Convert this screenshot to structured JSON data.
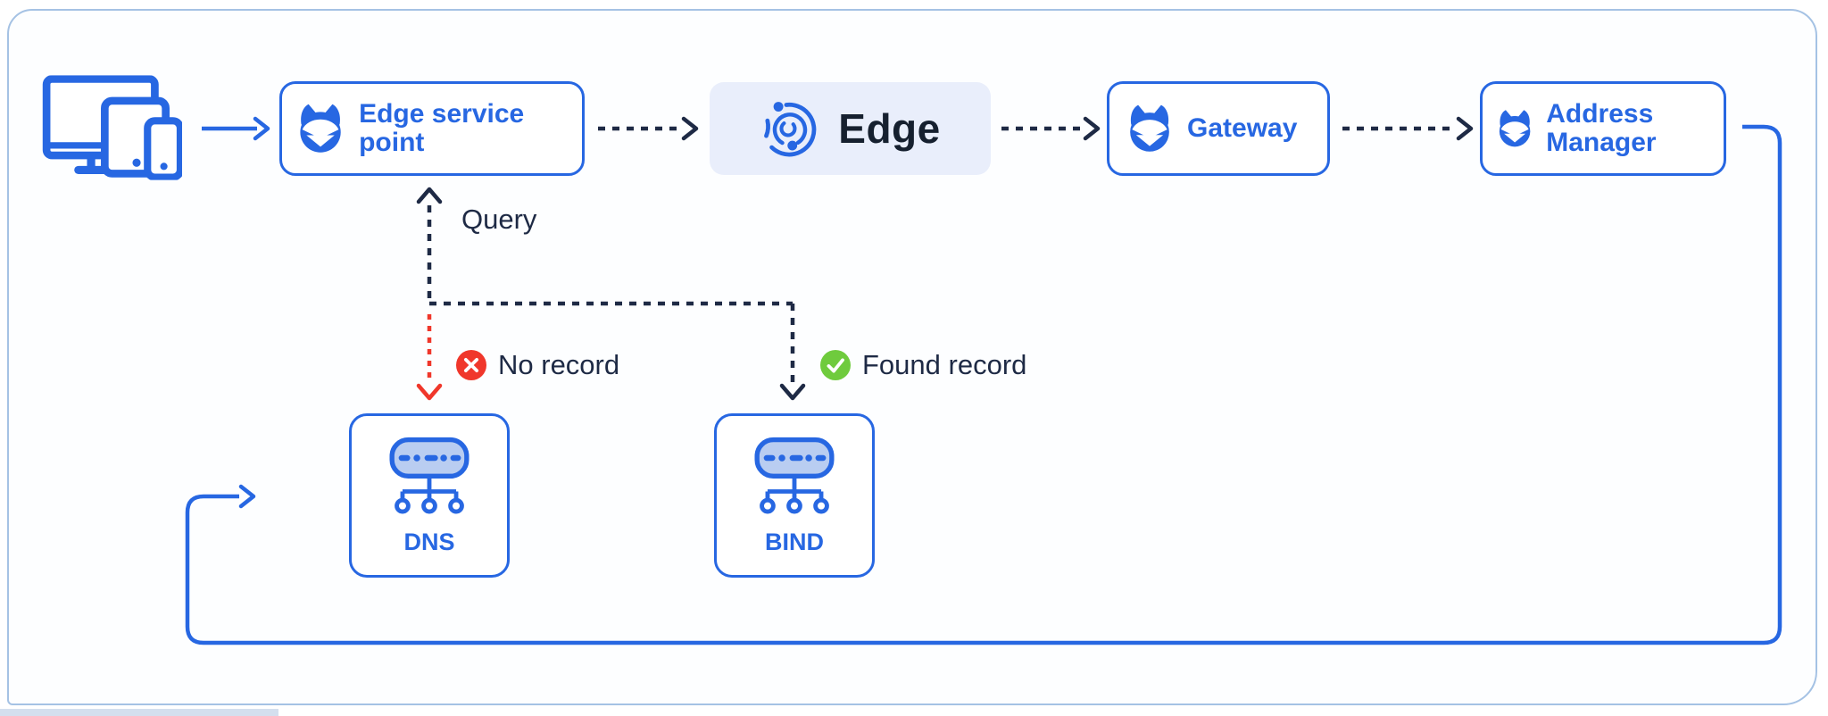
{
  "colors": {
    "blue": "#2767e2",
    "navy": "#1e2a45",
    "red": "#f0372b",
    "green": "#6fcb3d",
    "dark_text": "#16202f",
    "edge_bg": "#e9eefb",
    "server_fill": "#b9cdf1",
    "frame": "#a5c2e4",
    "strip": "#d4dfee"
  },
  "nodes": {
    "devices": {
      "icon": "client-devices-icon"
    },
    "edge_service_point": {
      "label": "Edge service point",
      "icon": "bluecat-logo"
    },
    "edge": {
      "label": "Edge",
      "icon": "edge-orbit-icon"
    },
    "gateway": {
      "label": "Gateway",
      "icon": "bluecat-logo"
    },
    "address_manager": {
      "label": "Address Manager",
      "icon": "bluecat-logo"
    },
    "dns": {
      "label": "DNS",
      "icon": "server-tree-icon"
    },
    "bind": {
      "label": "BIND",
      "icon": "server-tree-icon"
    }
  },
  "annotations": {
    "query": {
      "label": "Query"
    },
    "no_record": {
      "label": "No record",
      "icon": "error-x-icon"
    },
    "found_record": {
      "label": "Found record",
      "icon": "success-check-icon"
    }
  }
}
